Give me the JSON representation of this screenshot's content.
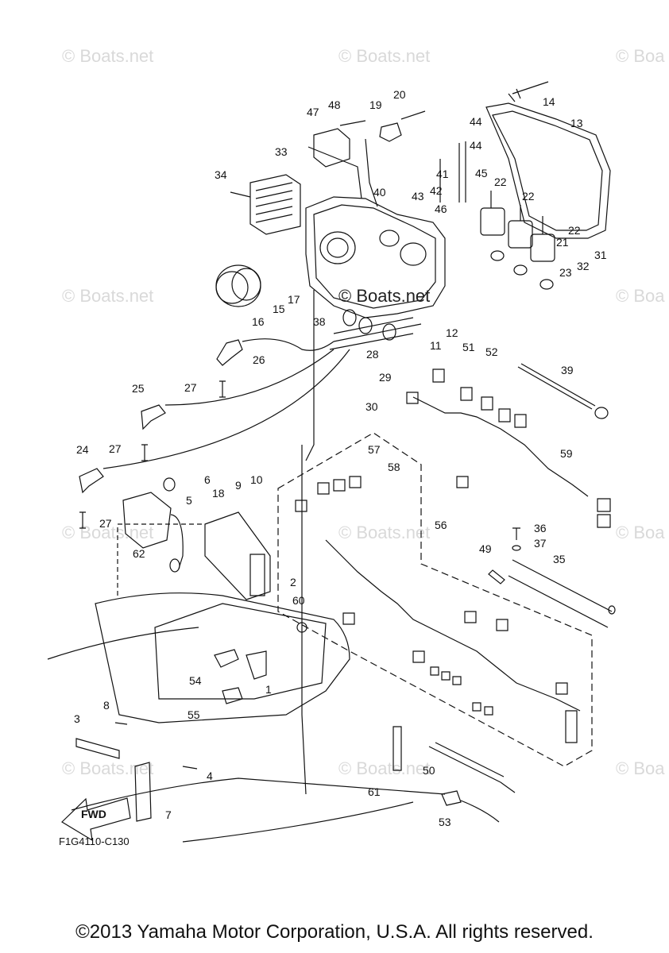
{
  "diagram": {
    "code": "F1G4110-C130",
    "fwd_label": "FWD",
    "overlay_watermark": "© Boats.net",
    "copyright": "©2013 Yamaha Motor Corporation, U.S.A. All rights reserved."
  },
  "watermarks": [
    "© Boats.net",
    "© Boats.net",
    "© Boa",
    "© Boats.net",
    "© Boa",
    "© Boats.net",
    "© Boats.net",
    "© Boa",
    "© Boats.net",
    "© Boats.net",
    "© Boa"
  ],
  "callouts": [
    "14",
    "13",
    "20",
    "19",
    "48",
    "47",
    "44",
    "44",
    "45",
    "41",
    "42",
    "43",
    "40",
    "46",
    "33",
    "34",
    "22",
    "22",
    "22",
    "21",
    "32",
    "31",
    "23",
    "17",
    "15",
    "16",
    "38",
    "11",
    "12",
    "51",
    "52",
    "28",
    "29",
    "26",
    "39",
    "25",
    "27",
    "30",
    "24",
    "27",
    "57",
    "58",
    "59",
    "6",
    "5",
    "9",
    "10",
    "18",
    "27",
    "62",
    "56",
    "36",
    "37",
    "49",
    "35",
    "2",
    "60",
    "54",
    "1",
    "55",
    "8",
    "3",
    "4",
    "7",
    "50",
    "61",
    "53"
  ]
}
